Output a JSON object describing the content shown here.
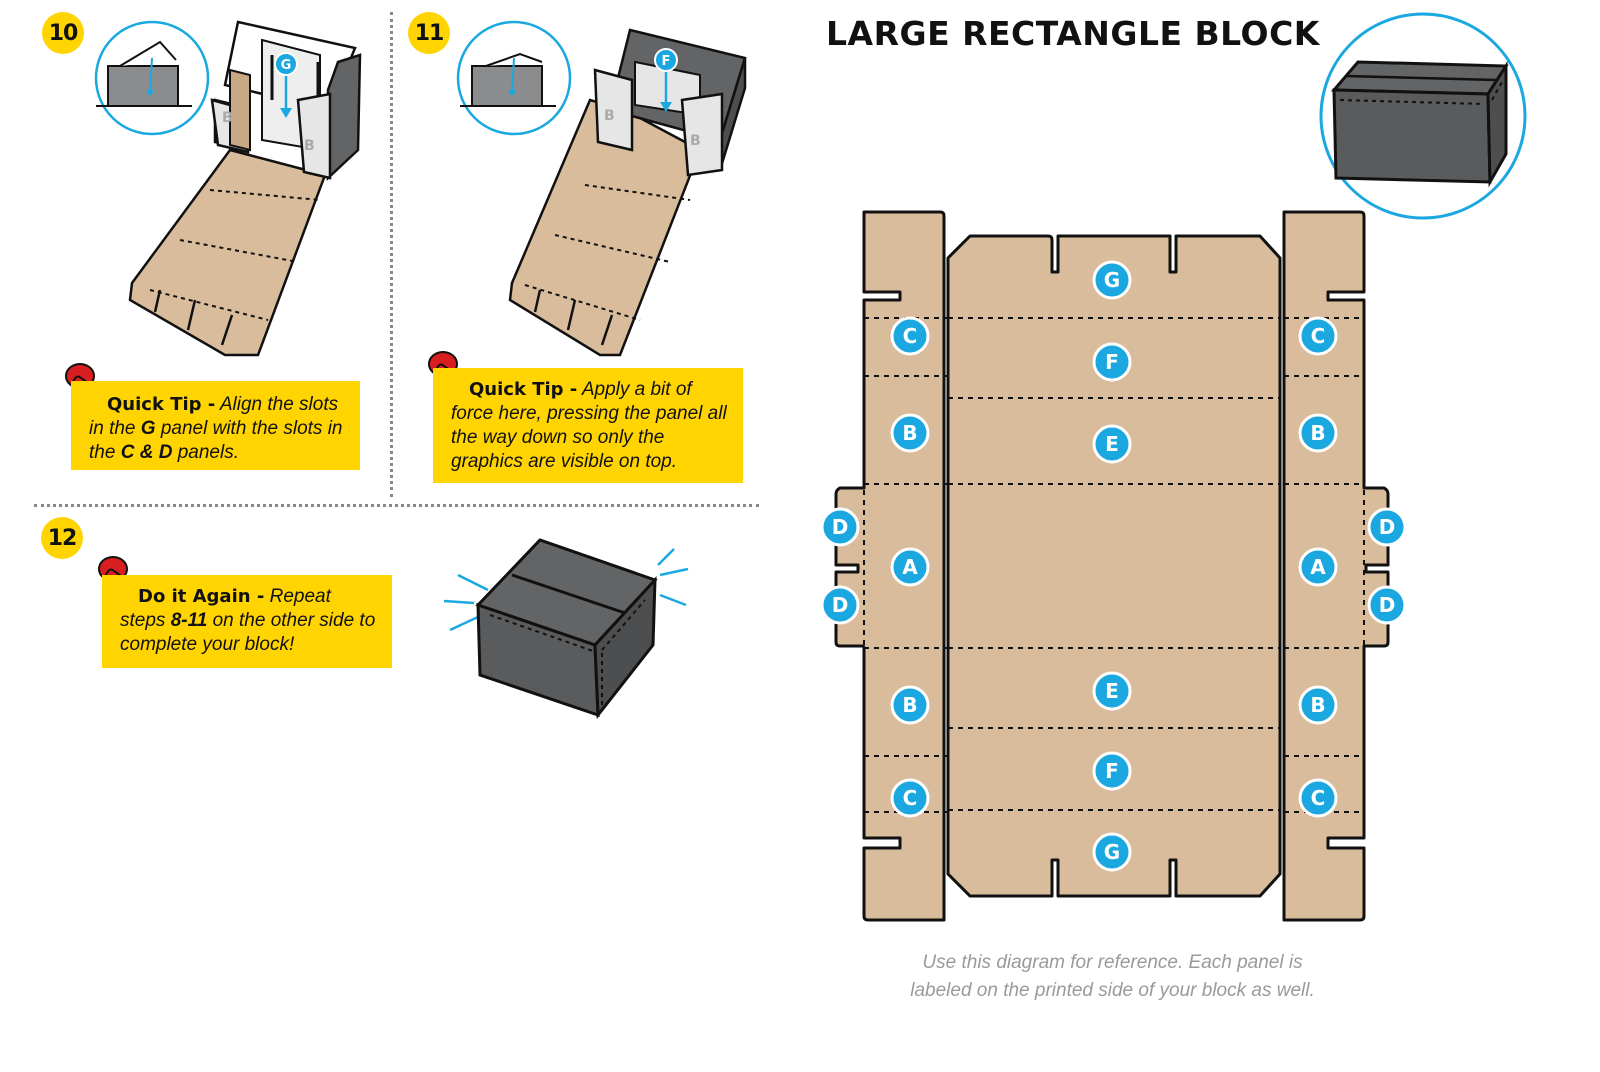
{
  "title": "LARGE RECTANGLE BLOCK",
  "steps": [
    {
      "number": "10"
    },
    {
      "number": "11"
    },
    {
      "number": "12"
    }
  ],
  "tips": {
    "step10": {
      "lead": "Quick Tip -",
      "t1": " Align the slots in the ",
      "b1": "G",
      "t2": " panel with the slots in the ",
      "b2": "C & D",
      "t3": " panels."
    },
    "step11": {
      "lead": "Quick Tip -",
      "t1": " Apply a bit of force here, pressing the panel all the way down so only the graphics are visible on top."
    },
    "step12": {
      "lead": "Do it Again -",
      "t1": " Repeat steps ",
      "b1": "8-11",
      "t2": " on the other side to complete your block!"
    }
  },
  "step_marks": {
    "step10": "G",
    "step11": "F",
    "step10_side": "B",
    "step11_side": "B"
  },
  "panel_labels": {
    "g_top": "G",
    "f_top": "F",
    "e_top": "E",
    "c_left_top": "C",
    "c_right_top": "C",
    "b_left_top": "B",
    "b_right_top": "B",
    "d_left_top": "D",
    "d_right_top": "D",
    "a_left": "A",
    "a_right": "A",
    "d_left_bottom": "D",
    "d_right_bottom": "D",
    "b_left_bottom": "B",
    "b_right_bottom": "B",
    "e_bottom": "E",
    "c_left_bottom": "C",
    "c_right_bottom": "C",
    "f_bottom": "F",
    "g_bottom": "G"
  },
  "caption": {
    "line1": "Use this diagram for reference. Each panel is",
    "line2": "labeled on the printed side of your block as well."
  },
  "colors": {
    "accent_blue": "#1ba8e0",
    "tip_yellow": "#ffd400",
    "cardboard": "#d9bc9b",
    "block_gray": "#636466",
    "pin_red": "#d81e1e"
  }
}
